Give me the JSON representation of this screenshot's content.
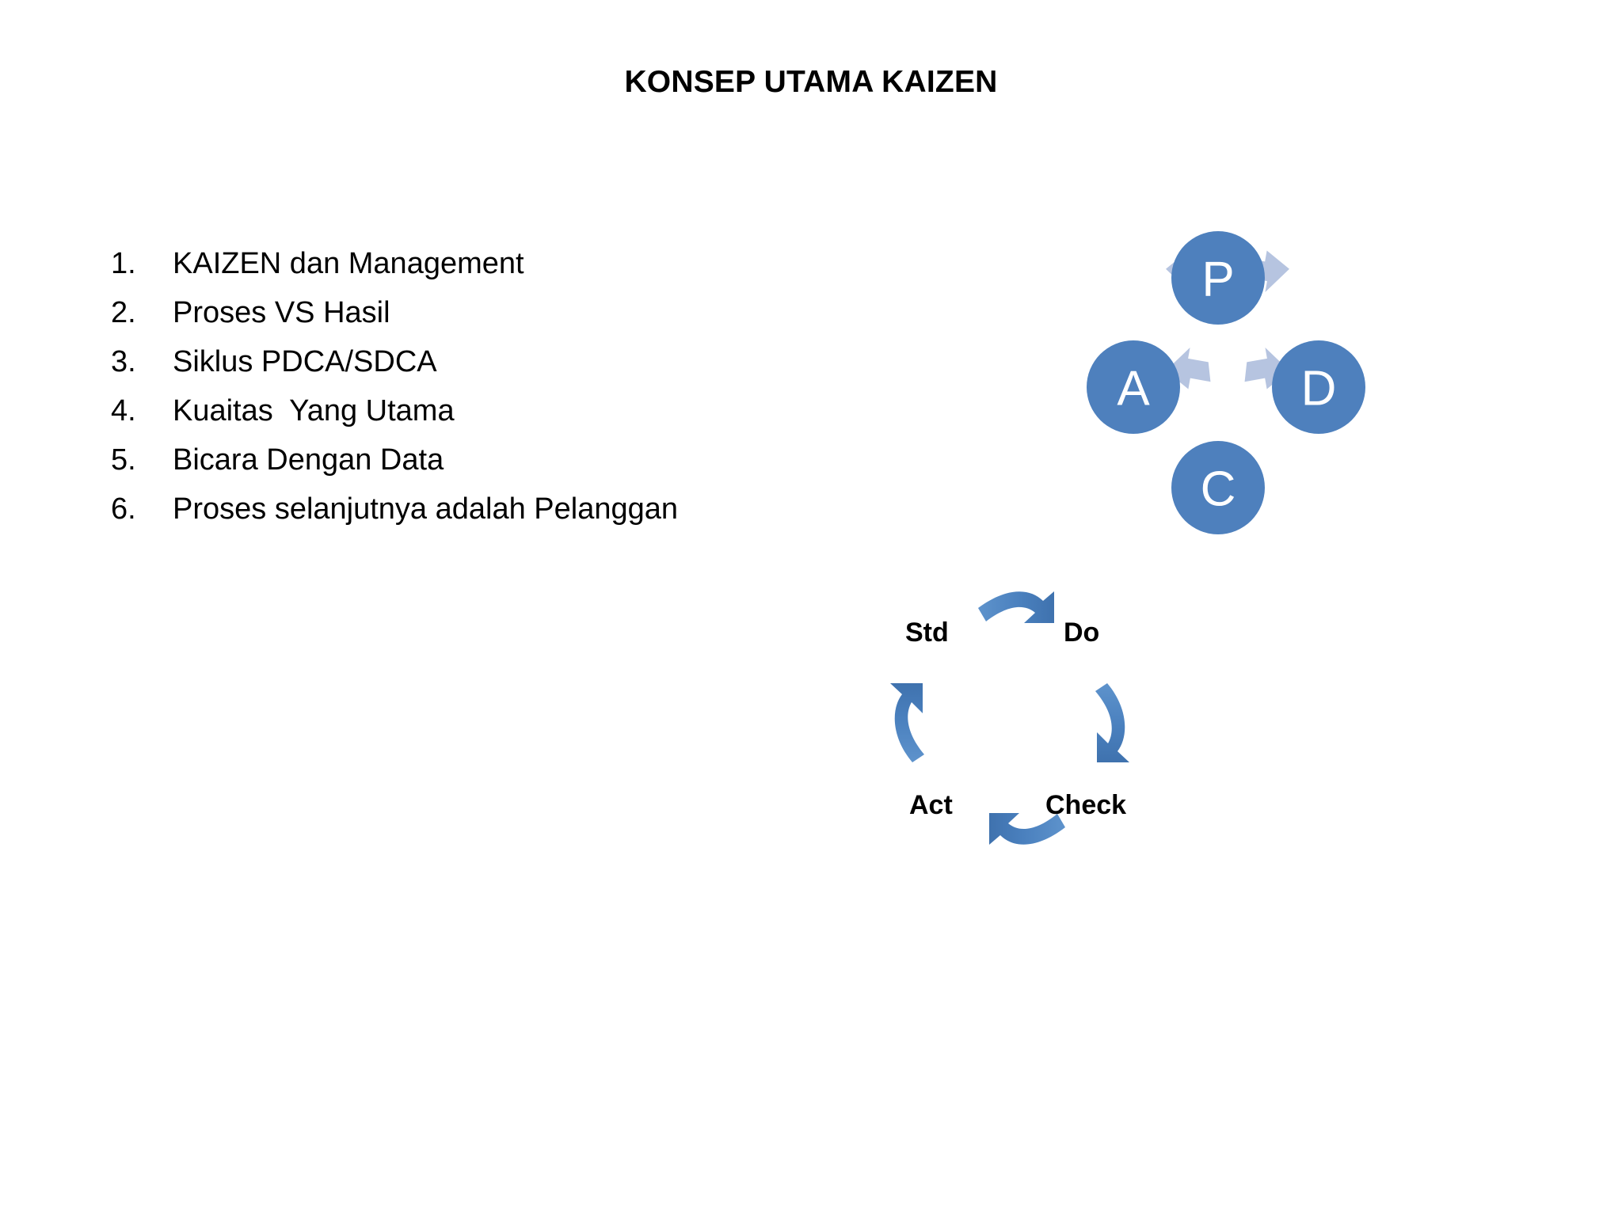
{
  "slide": {
    "title": "KONSEP UTAMA KAIZEN",
    "background_color": "#FFFFFF",
    "text_color": "#000000"
  },
  "concept_list": {
    "items": [
      {
        "number": "1.",
        "label": "KAIZEN dan Management"
      },
      {
        "number": "2.",
        "label": "Proses VS Hasil"
      },
      {
        "number": "3.",
        "label": "Siklus PDCA/SDCA"
      },
      {
        "number": "4.",
        "label": "Kuaitas  Yang Utama"
      },
      {
        "number": "5.",
        "label": "Bicara Dengan Data"
      },
      {
        "number": "6.",
        "label": "Proses selanjutnya adalah Pelanggan"
      }
    ]
  },
  "pdca_wheel": {
    "circle_color": "#4E80BD",
    "circle_text_color": "#FFFFFF",
    "arrow_color": "#B6C4E0",
    "nodes": [
      {
        "id": "plan",
        "letter": "P",
        "position": "top"
      },
      {
        "id": "do",
        "letter": "D",
        "position": "right"
      },
      {
        "id": "check",
        "letter": "C",
        "position": "bottom"
      },
      {
        "id": "act",
        "letter": "A",
        "position": "left"
      }
    ],
    "arrows": [
      {
        "id": "act-to-plan",
        "from": "A",
        "to": "P",
        "position": "upper-left"
      },
      {
        "id": "plan-to-do",
        "from": "P",
        "to": "D",
        "position": "upper-right"
      },
      {
        "id": "do-to-check",
        "from": "D",
        "to": "C",
        "position": "lower-right"
      },
      {
        "id": "check-to-act",
        "from": "C",
        "to": "A",
        "position": "lower-left"
      }
    ]
  },
  "sdca_cycle": {
    "arrow_color": "#4A80BE",
    "label_color": "#000000",
    "labels": [
      {
        "id": "std",
        "text": "Std",
        "position": "top-left"
      },
      {
        "id": "do",
        "text": "Do",
        "position": "top-right"
      },
      {
        "id": "check",
        "text": "Check",
        "position": "bottom-right"
      },
      {
        "id": "act",
        "text": "Act",
        "position": "bottom-left"
      }
    ],
    "arrows": [
      {
        "id": "std-to-do",
        "direction": "right",
        "position": "top"
      },
      {
        "id": "do-to-check",
        "direction": "down",
        "position": "right"
      },
      {
        "id": "check-to-act",
        "direction": "left",
        "position": "bottom"
      },
      {
        "id": "act-to-std",
        "direction": "up",
        "position": "left"
      }
    ]
  }
}
